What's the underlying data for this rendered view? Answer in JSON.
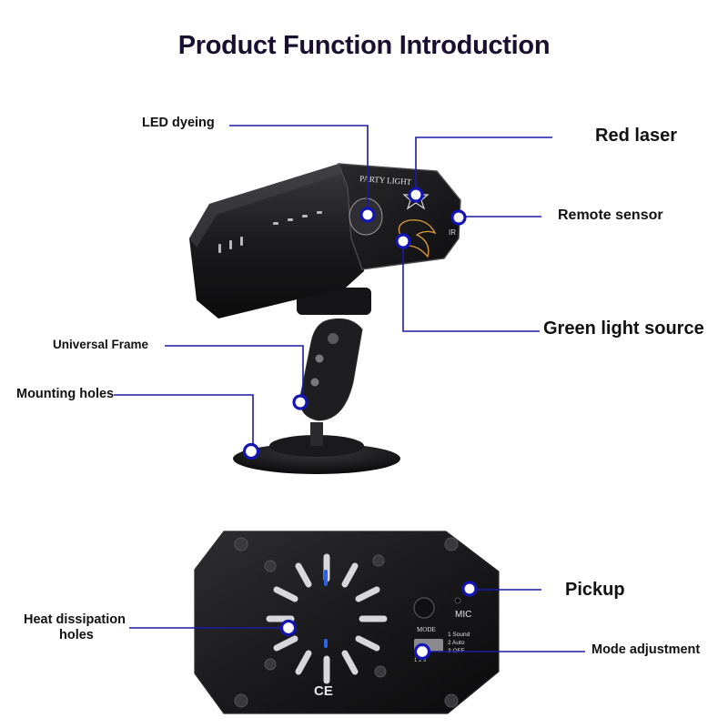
{
  "title": "Product Function Introduction",
  "device": {
    "front_label": "PARTY LIGHT",
    "ir_label": "IR",
    "mic_label": "MIC",
    "mode_label": "MODE",
    "mode_options": [
      "1 Sound",
      "2 Auto",
      "3 OFF"
    ],
    "switch_marks": "1  2  3",
    "ce_mark": "CE"
  },
  "labels": {
    "led_dyeing": "LED dyeing",
    "red_laser": "Red laser",
    "remote_sensor": "Remote sensor",
    "green_light_source": "Green light source",
    "universal_frame": "Universal Frame",
    "mounting_holes": "Mounting holes",
    "pickup": "Pickup",
    "heat_dissipation_holes_1": "Heat dissipation",
    "heat_dissipation_holes_2": "holes",
    "mode_adjustment": "Mode adjustment"
  },
  "colors": {
    "callout": "#1a1aa6",
    "title": "#1a0f2e",
    "device_body": "#1c1c1e"
  }
}
